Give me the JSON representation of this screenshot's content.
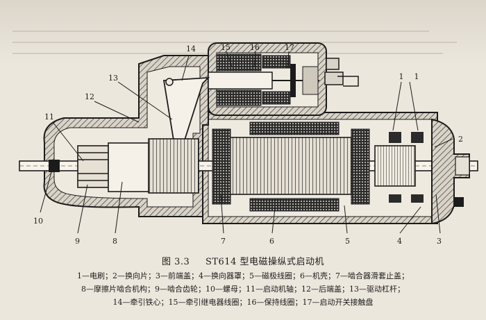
{
  "figure": {
    "number": "图 3.3",
    "title": "ST614 型电磁操纵式启动机",
    "callouts": [
      "1",
      "1",
      "2",
      "3",
      "4",
      "5",
      "6",
      "7",
      "8",
      "9",
      "10",
      "11",
      "12",
      "13",
      "14",
      "15",
      "16",
      "17"
    ]
  },
  "legend": {
    "line1": "1—电刷；2—换向片；3—前端盖；4—换向器罩；5—磁极线圈；6—机壳；7—啮合器滑套止盖；",
    "line2": "8—摩擦片啮合机构；9—啮合齿轮；10—螺母；11—启动机轴；12—后端盖；13—驱动杠杆；",
    "line3": "14—牵引铁心；15—牵引继电器线圈；16—保持线圈；17—启动开关接触盘"
  }
}
